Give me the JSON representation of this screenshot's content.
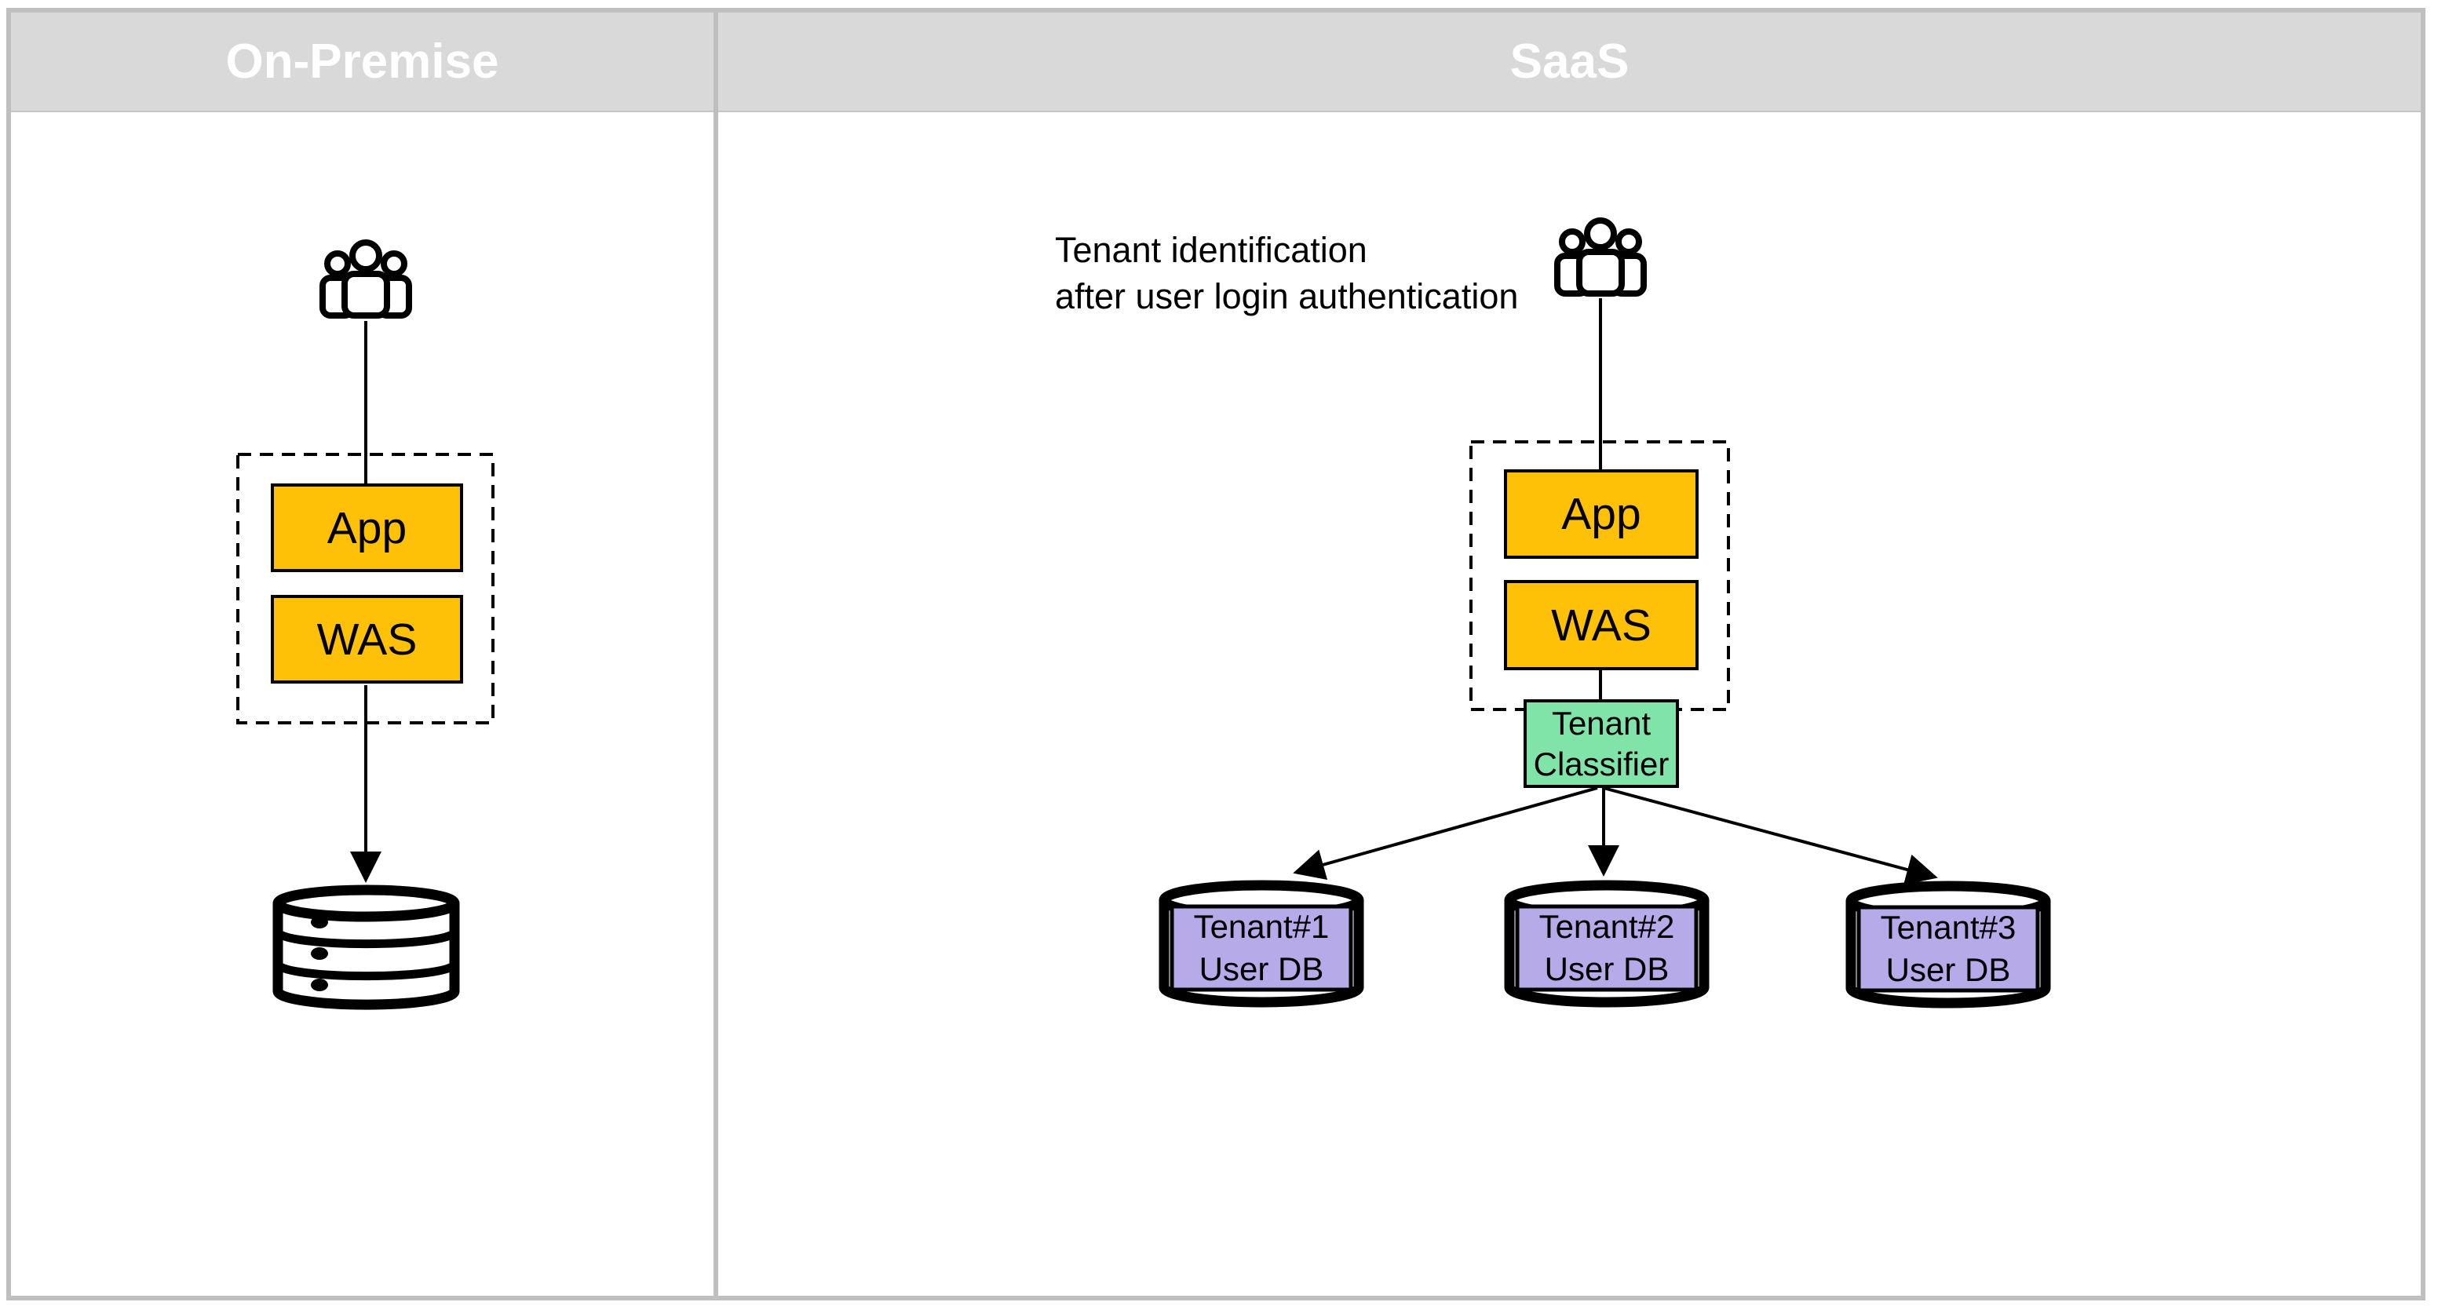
{
  "panels": {
    "on_premise": {
      "title": "On-Premise",
      "nodes": {
        "app": "App",
        "was": "WAS"
      },
      "icons": {
        "users": "users-group-icon",
        "database": "database-icon"
      }
    },
    "saas": {
      "title": "SaaS",
      "annotation": {
        "line1": "Tenant identification",
        "line2": "after user login authentication"
      },
      "nodes": {
        "app": "App",
        "was": "WAS",
        "classifier": {
          "line1": "Tenant",
          "line2": "Classifier"
        }
      },
      "databases": [
        {
          "line1": "Tenant#1",
          "line2": "User DB"
        },
        {
          "line1": "Tenant#2",
          "line2": "User DB"
        },
        {
          "line1": "Tenant#3",
          "line2": "User DB"
        }
      ]
    }
  },
  "colors": {
    "node_fill": "#FFC107",
    "classifier_fill": "#80E3A8",
    "db_fill": "#B6AAE9",
    "header_bg": "#D9D9D9",
    "header_text": "#FFFFFF",
    "frame_border": "#BFBFBF",
    "line": "#000000"
  }
}
